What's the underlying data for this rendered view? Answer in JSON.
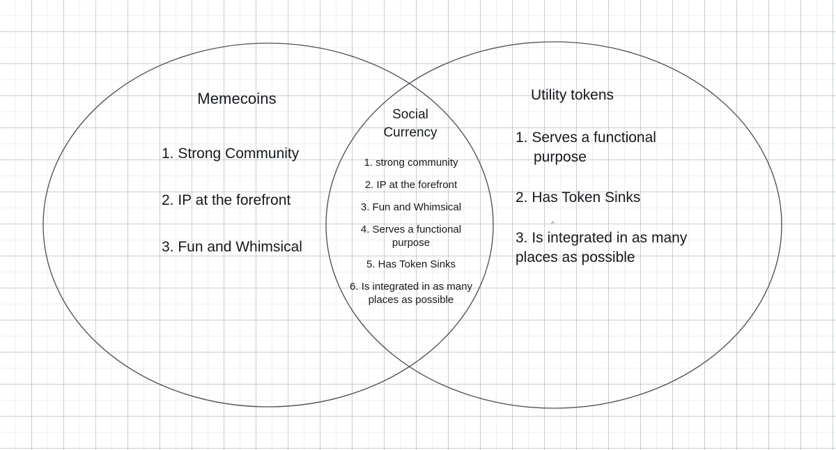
{
  "diagram": {
    "type": "venn",
    "background": "graph-paper-grid",
    "stroke_color": "#4b5058",
    "text_color": "#15181c",
    "left": {
      "title": "Memecoins",
      "items": [
        "1. Strong Community",
        "2. IP at the forefront",
        "3. Fun and Whimsical"
      ]
    },
    "center": {
      "title_line1": "Social",
      "title_line2": "Currency",
      "items": [
        "1. strong community",
        "2. IP at the forefront",
        "3. Fun and Whimsical",
        "4. Serves a functional purpose",
        "5. Has Token Sinks",
        "6. Is integrated in as many places as possible"
      ]
    },
    "right": {
      "title": "Utility tokens",
      "items": [
        "1. Serves a functional purpose",
        "2. Has Token Sinks",
        "3. Is integrated in as many places as possible"
      ]
    },
    "artifact": {
      "caret": "^"
    }
  }
}
